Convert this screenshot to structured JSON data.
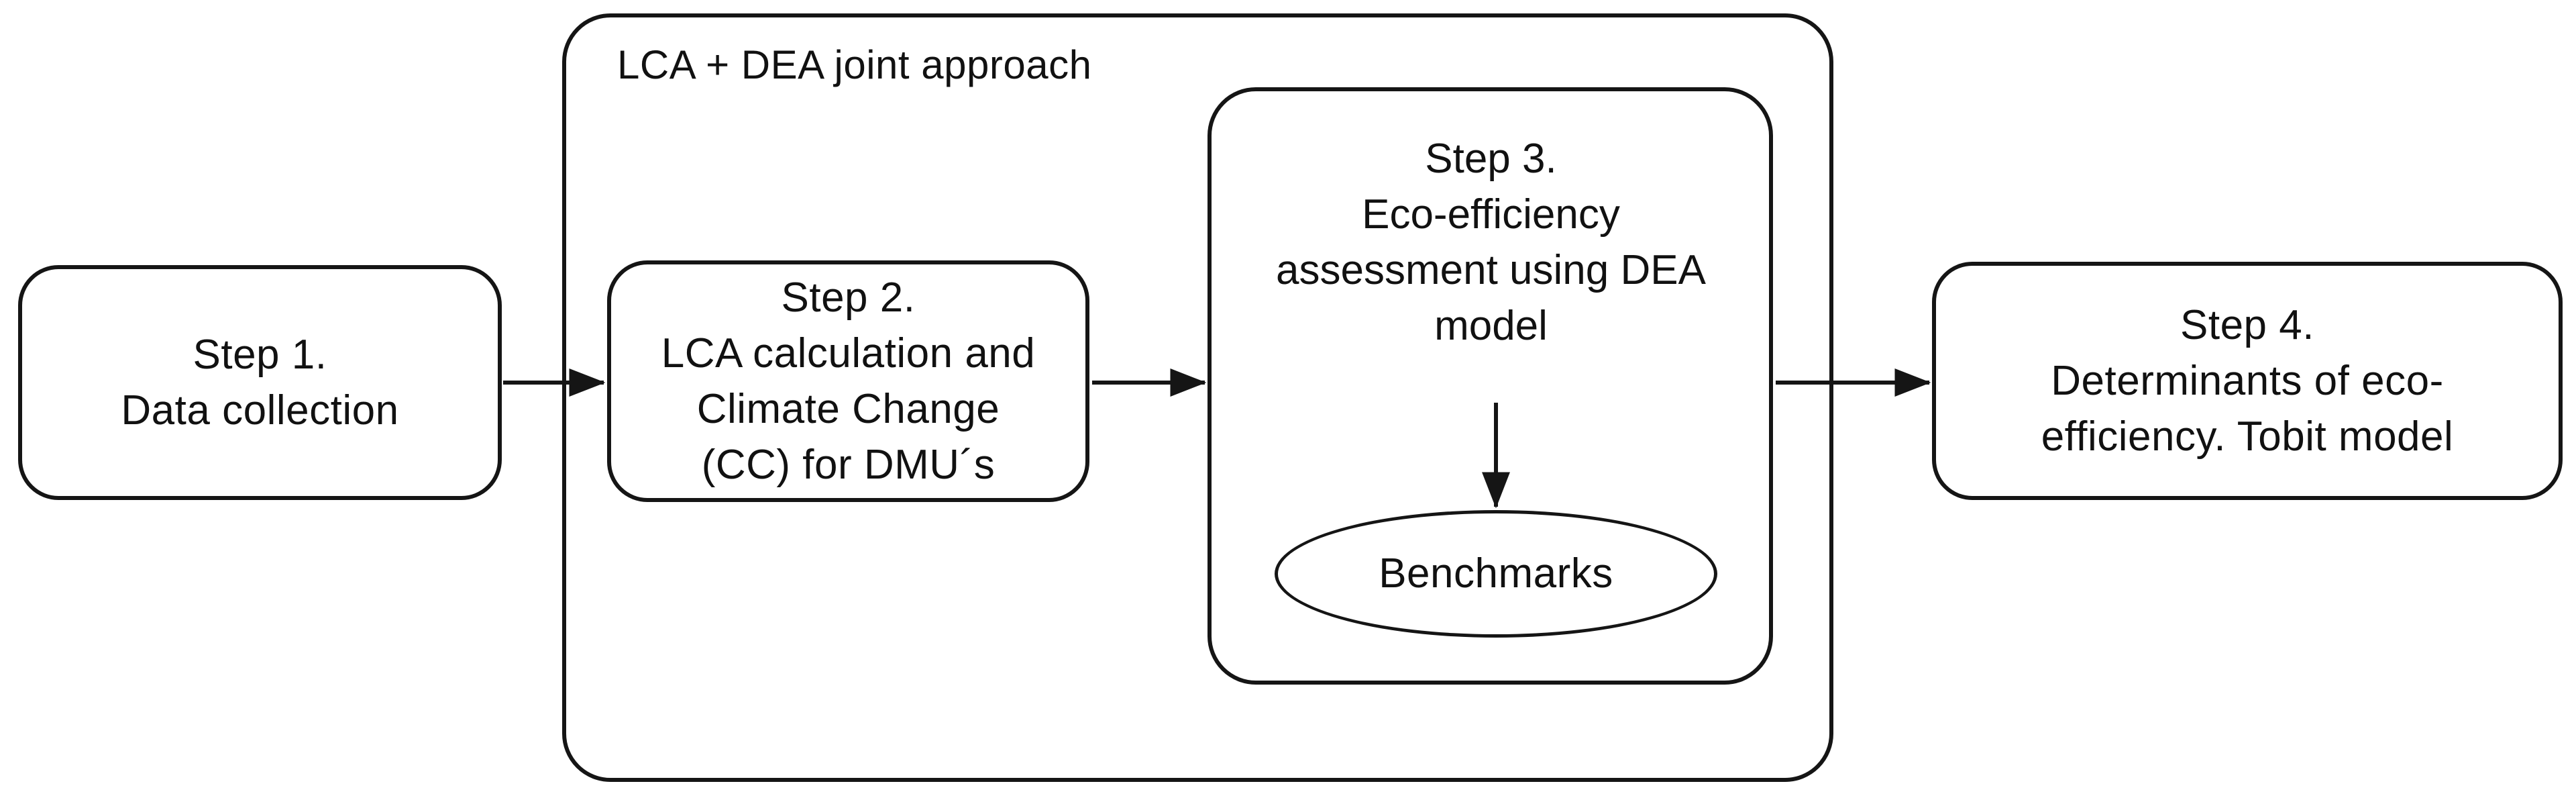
{
  "diagram": {
    "title_label": "LCA + DEA joint approach",
    "steps": [
      {
        "id": "step-1",
        "heading": "Step 1.",
        "body": "Data collection",
        "text": "Step 1.\nData collection"
      },
      {
        "id": "step-2",
        "heading": "Step 2.",
        "body": "LCA calculation and Climate Change (CC) for DMU´s",
        "text": "Step 2.\nLCA calculation and\nClimate Change\n(CC) for DMU´s"
      },
      {
        "id": "step-3",
        "heading": "Step 3.",
        "body": "Eco-efficiency assessment using DEA model",
        "text": "Step 3.\nEco-efficiency\nassessment using DEA\nmodel"
      },
      {
        "id": "step-4",
        "heading": "Step 4.",
        "body": "Determinants of eco-efficiency. Tobit model",
        "text": "Step 4.\nDeterminants of eco-\nefficiency. Tobit model"
      }
    ],
    "benchmarks_label": "Benchmarks",
    "connectors": [
      {
        "name": "step1-to-step2",
        "from": "step-1",
        "to": "step-2",
        "direction": "right"
      },
      {
        "name": "step2-to-step3",
        "from": "step-2",
        "to": "step-3",
        "direction": "right"
      },
      {
        "name": "step3-to-benchmarks",
        "from": "step-3",
        "to": "benchmarks",
        "direction": "down"
      },
      {
        "name": "step3-to-step4",
        "from": "step-3",
        "to": "step-4",
        "direction": "right"
      }
    ],
    "colors": {
      "stroke": "#151515",
      "background": "#ffffff",
      "text": "#111111"
    }
  }
}
